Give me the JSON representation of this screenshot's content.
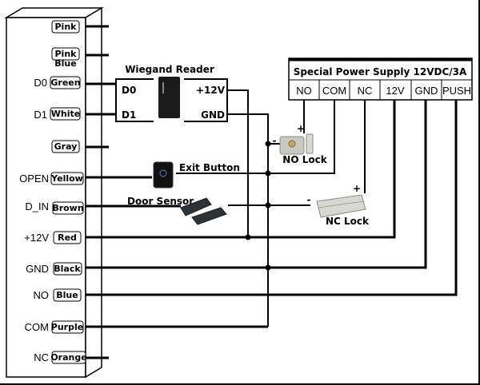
{
  "controller": {
    "pins": [
      {
        "signal": "",
        "color": "Pink"
      },
      {
        "signal": "",
        "color": "Pink",
        "sublabel": "Blue"
      },
      {
        "signal": "D0",
        "color": "Green"
      },
      {
        "signal": "D1",
        "color": "White"
      },
      {
        "signal": "",
        "color": "Gray"
      },
      {
        "signal": "OPEN",
        "color": "Yellow"
      },
      {
        "signal": "D_IN",
        "color": "Brown"
      },
      {
        "signal": "+12V",
        "color": "Red"
      },
      {
        "signal": "GND",
        "color": "Black"
      },
      {
        "signal": "NO",
        "color": "Blue"
      },
      {
        "signal": "COM",
        "color": "Purple"
      },
      {
        "signal": "NC",
        "color": "Orange"
      }
    ]
  },
  "wiegand_reader": {
    "title": "Wiegand Reader",
    "terminals": {
      "d0": "D0",
      "d1": "D1",
      "v12": "+12V",
      "gnd": "GND"
    }
  },
  "power_supply": {
    "title": "Special Power Supply 12VDC/3A",
    "terminals": [
      "NO",
      "COM",
      "NC",
      "12V",
      "GND",
      "PUSH"
    ]
  },
  "devices": {
    "no_lock": {
      "label": "NO Lock",
      "plus": "+",
      "minus": "-"
    },
    "nc_lock": {
      "label": "NC Lock",
      "plus": "+",
      "minus": "-"
    },
    "exit_button": {
      "label": "Exit Button"
    },
    "door_sensor": {
      "label": "Door Sensor"
    }
  }
}
